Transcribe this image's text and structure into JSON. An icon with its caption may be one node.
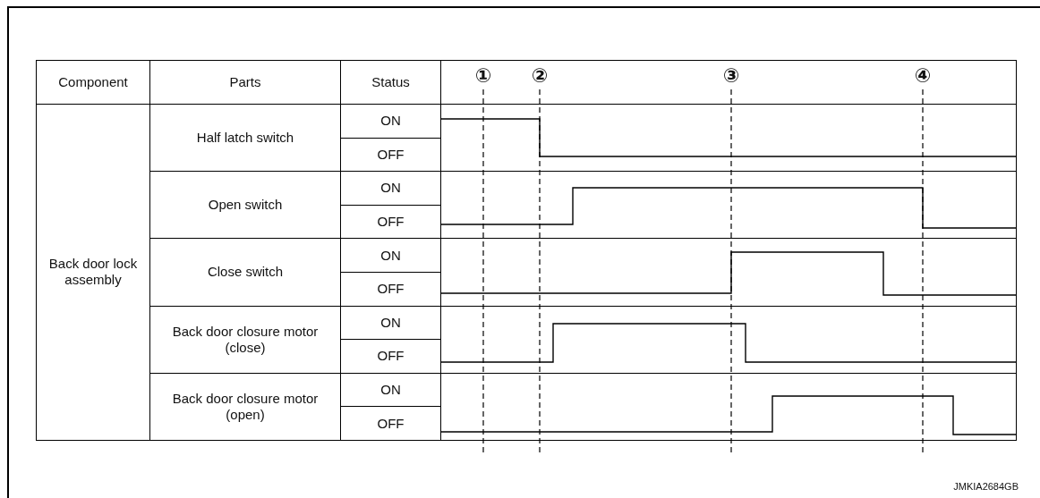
{
  "diagram": {
    "labels": [
      "Component",
      "Parts",
      "Status",
      "①",
      "②",
      "③",
      "④",
      "Back door lock assembly",
      "Half latch switch",
      "ON",
      "OFF",
      "Open switch",
      "ON",
      "OFF",
      "Close switch",
      "ON",
      "OFF",
      "Back door closure motor (close)",
      "ON",
      "OFF",
      "Back door closure motor (open)",
      "ON",
      "OFF",
      "JMKIA2684GB"
    ]
  }
}
